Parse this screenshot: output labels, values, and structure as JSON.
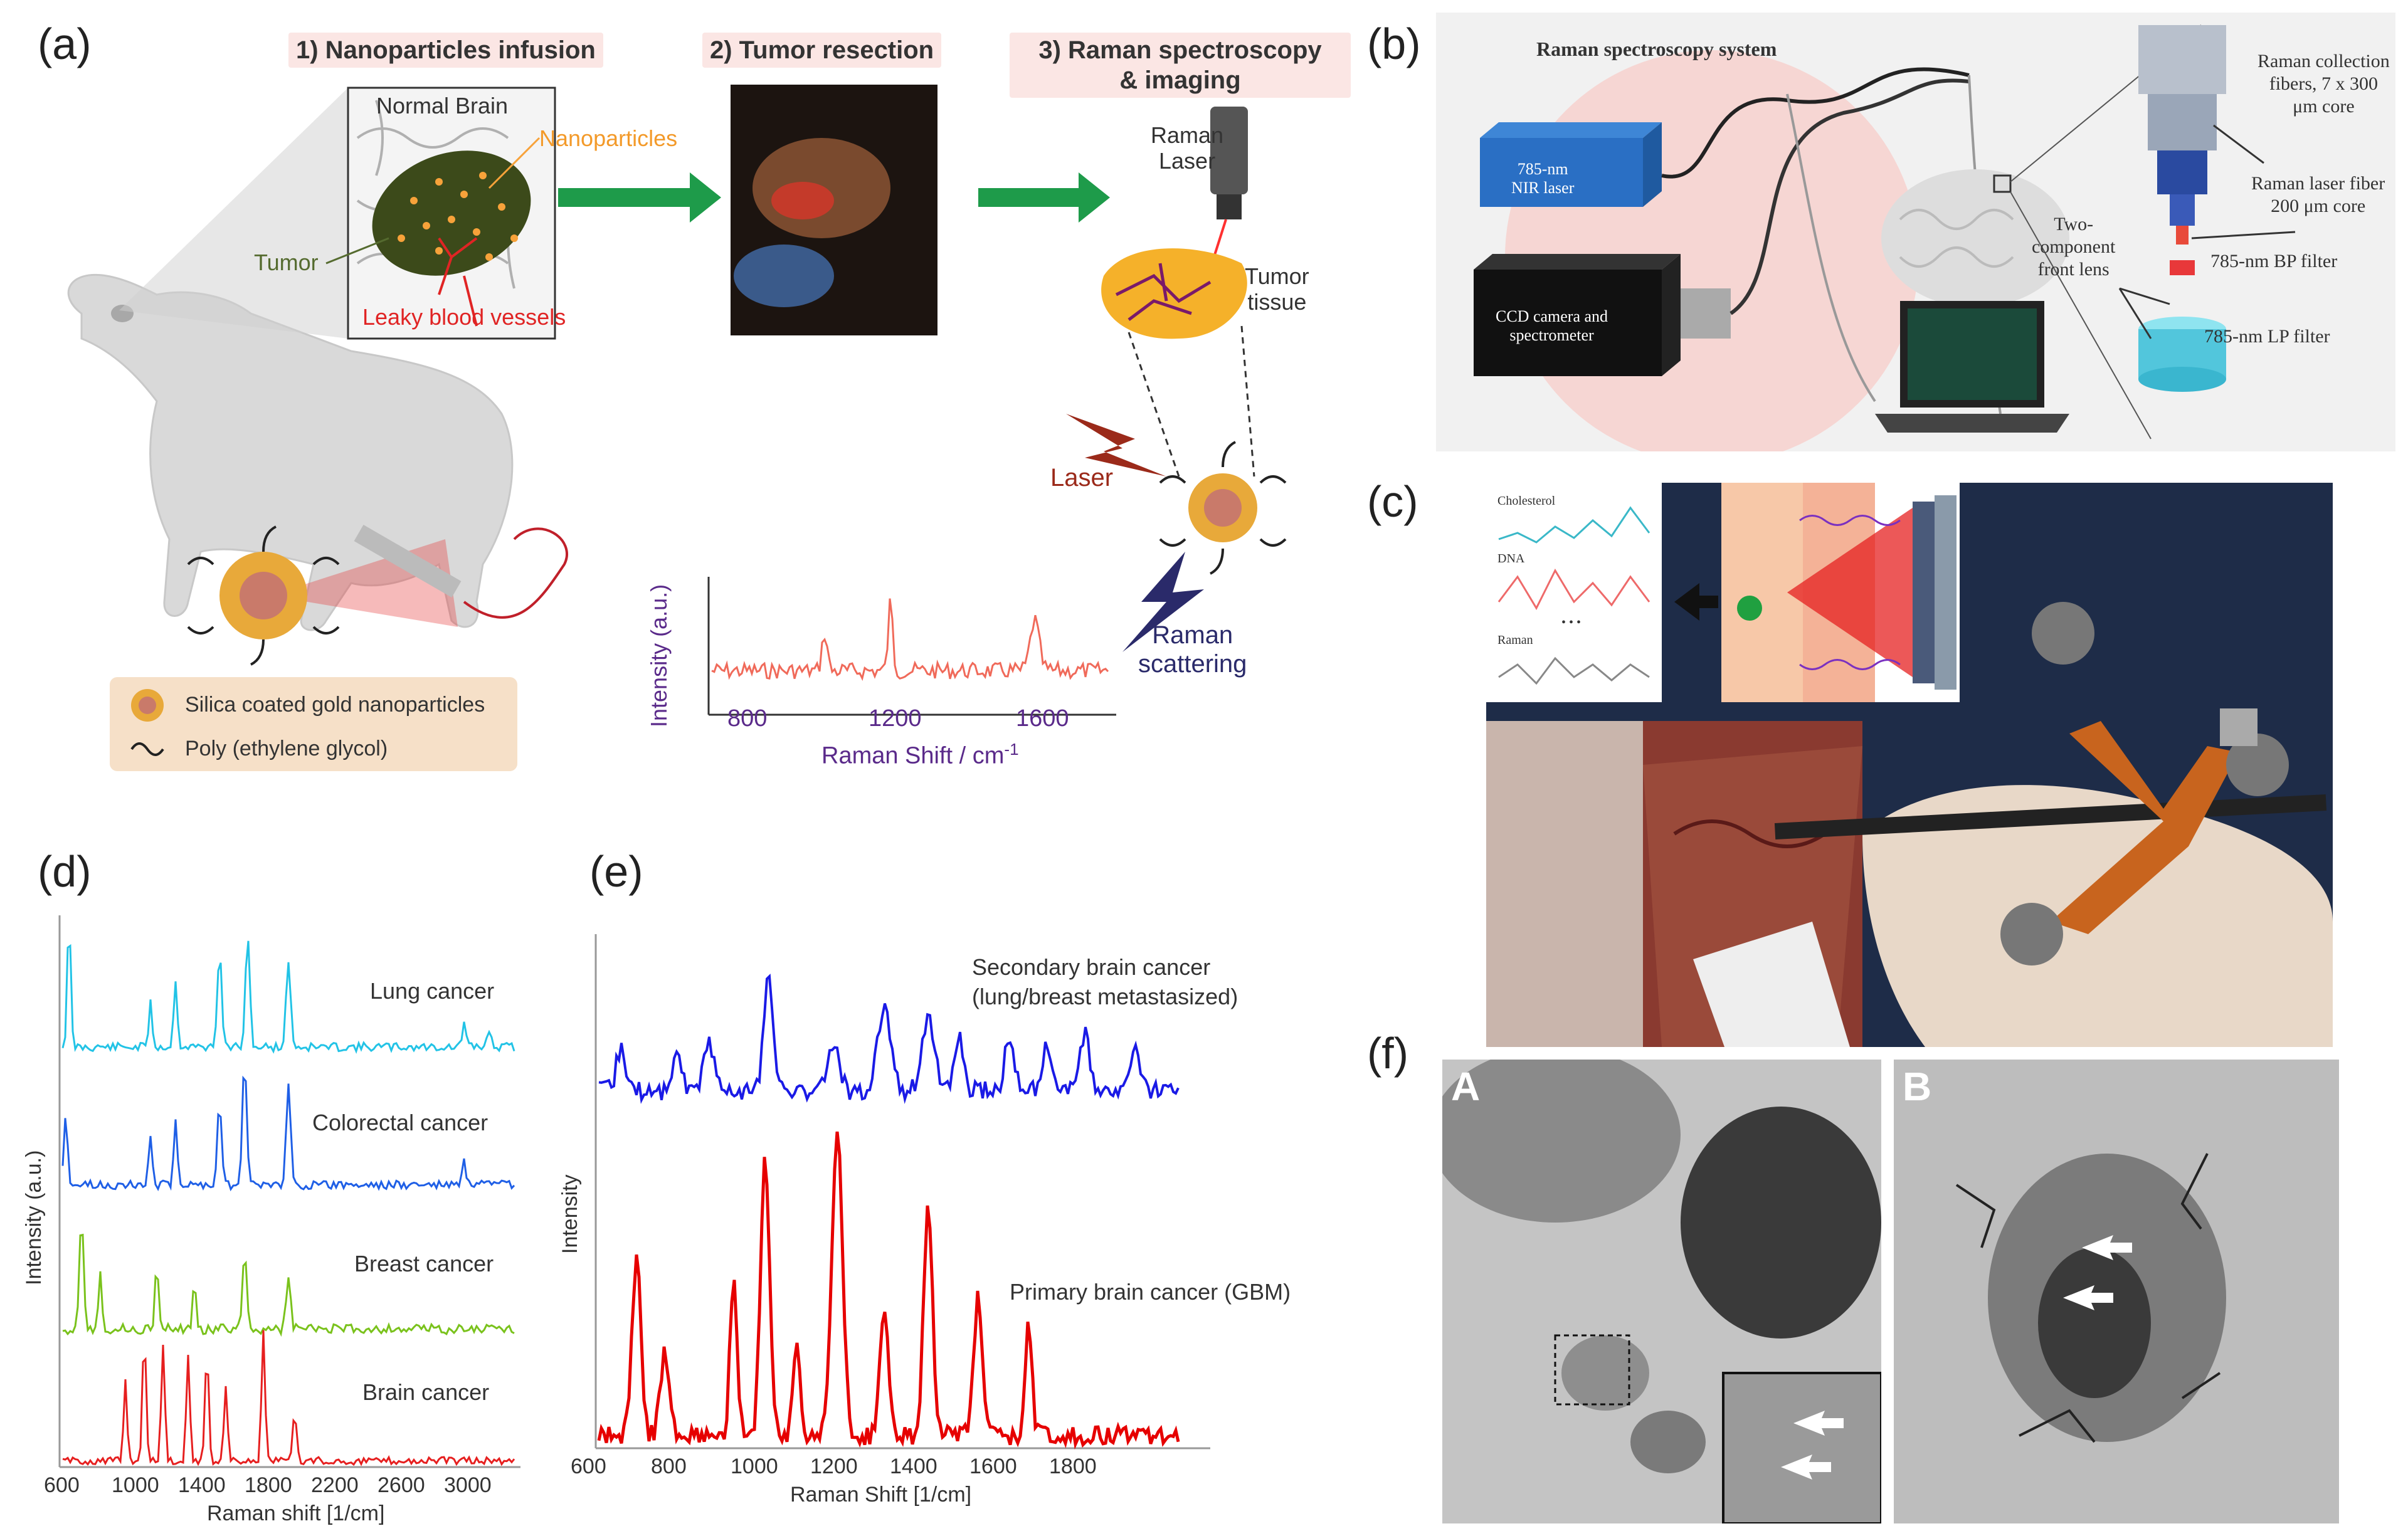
{
  "panels": {
    "a": {
      "tag": "(a)",
      "steps": [
        "1) Nanoparticles infusion",
        "2) Tumor resection",
        "3) Raman spectroscopy\n& imaging"
      ],
      "labels": {
        "normal_brain": "Normal Brain",
        "nanoparticles": "Nanoparticles",
        "tumor": "Tumor",
        "leaky": "Leaky blood vessels",
        "raman_laser": "Raman\nLaser",
        "tumor_tissue": "Tumor\ntissue",
        "laser": "Laser",
        "raman_scattering": "Raman\nscattering"
      },
      "legend": [
        "Silica coated gold nanoparticles",
        "Poly (ethylene glycol)"
      ],
      "inset_chart": {
        "ylabel": "Intensity (a.u.)",
        "xlabel": "Raman Shift / cm",
        "xlabel_sup": "-1",
        "ticks": [
          "800",
          "1200",
          "1600"
        ]
      }
    },
    "b": {
      "tag": "(b)",
      "title": "Raman spectroscopy system",
      "labels": {
        "laser_box": "785-nm\nNIR laser",
        "ccd_box": "CCD camera and\nspectrometer",
        "collection": "Raman collection\nfibers, 7 x 300\nμm core",
        "laser_fiber": "Raman laser fiber\n200 μm core",
        "front_lens": "Two-\ncomponent\nfront lens",
        "bp": "785-nm BP filter",
        "lp": "785-nm LP filter"
      }
    },
    "c": {
      "tag": "(c)",
      "inset_labels": [
        "Cholesterol",
        "DNA",
        "Raman",
        "• • •"
      ]
    },
    "d": {
      "tag": "(d)",
      "ylabel": "Intensity (a.u.)",
      "xlabel": "Raman shift [1/cm]",
      "ticks": [
        "600",
        "1000",
        "1400",
        "1800",
        "2200",
        "2600",
        "3000"
      ],
      "series": [
        "Lung cancer",
        "Colorectal cancer",
        "Breast cancer",
        "Brain cancer"
      ],
      "colors": [
        "#22c3e6",
        "#1f5fe6",
        "#7ac21c",
        "#e61f1f"
      ]
    },
    "e": {
      "tag": "(e)",
      "ylabel": "Intensity",
      "xlabel": "Raman Shift [1/cm]",
      "ticks": [
        "600",
        "800",
        "1000",
        "1200",
        "1400",
        "1600",
        "1800"
      ],
      "series": [
        "Secondary brain cancer\n(lung/breast metastasized)",
        "Primary brain cancer (GBM)"
      ],
      "colors": [
        "#1a1ae6",
        "#e60000"
      ]
    },
    "f": {
      "tag": "(f)",
      "sub": [
        "A",
        "B"
      ]
    }
  }
}
